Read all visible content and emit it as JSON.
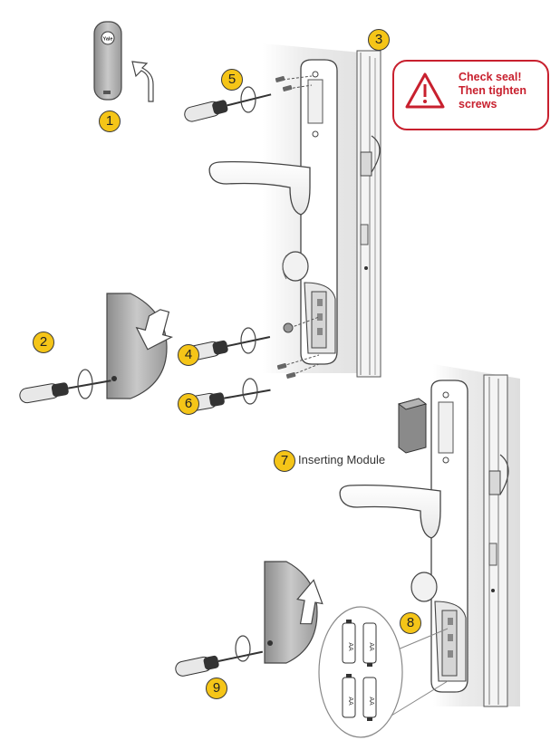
{
  "steps": [
    "1",
    "2",
    "3",
    "4",
    "5",
    "6",
    "7",
    "8",
    "9"
  ],
  "warning": {
    "line1": "Check seal!",
    "line2": "Then tighten",
    "line3": "screws"
  },
  "module_label": "Inserting Module",
  "battery_label": "AA",
  "logo_text": "Yale",
  "colors": {
    "step_fill": "#f5c518",
    "warning_red": "#c8202e",
    "metal": "#a8a8a8",
    "wall": "#ececec"
  }
}
